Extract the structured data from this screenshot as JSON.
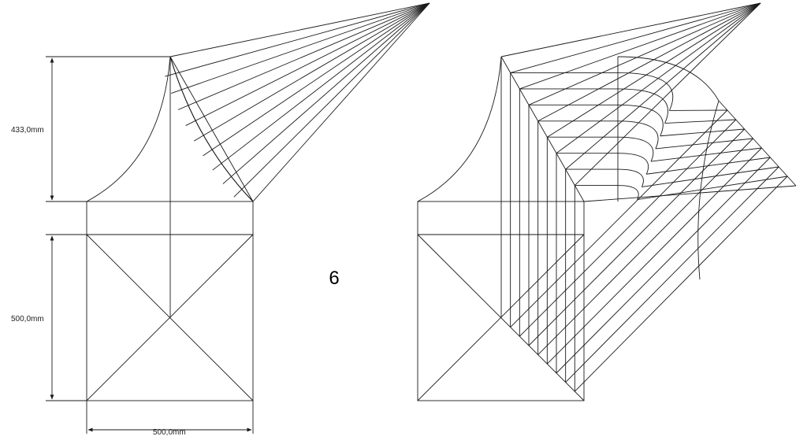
{
  "dimensions": {
    "height_top": "433,0mm",
    "height_box": "500,0mm",
    "width_box": "500,0mm"
  },
  "step_number": "6"
}
